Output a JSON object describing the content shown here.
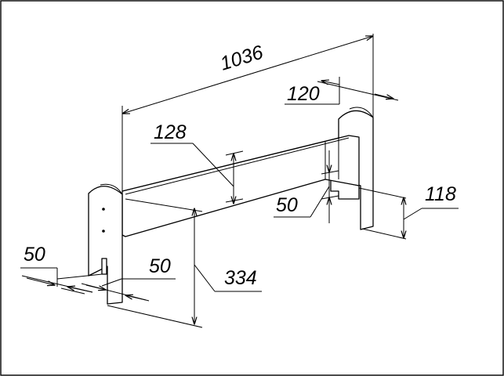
{
  "dimensions": {
    "overall_length": "1036",
    "post_thickness": "120",
    "rail_height": "128",
    "slat_gap": "50",
    "leg_height": "118",
    "foot_width": "50",
    "foot_depth": "50",
    "total_height": "334"
  }
}
